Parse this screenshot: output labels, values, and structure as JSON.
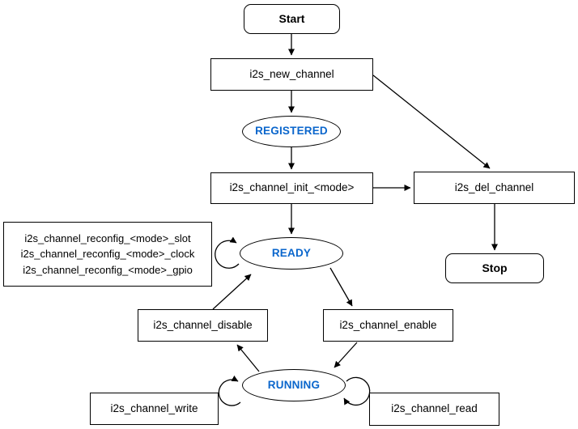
{
  "diagram": {
    "description": "I2S driver channel state machine flowchart",
    "colors": {
      "stroke": "#000000",
      "node_fill": "#ffffff",
      "state_text": "#0a66cc",
      "background": "#ffffff"
    },
    "nodes": {
      "start": {
        "label": "Start",
        "shape": "rounded-rect"
      },
      "new_channel": {
        "label": "i2s_new_channel",
        "shape": "rect"
      },
      "registered": {
        "label": "REGISTERED",
        "shape": "ellipse"
      },
      "init": {
        "label": "i2s_channel_init_<mode>",
        "shape": "rect"
      },
      "del_channel": {
        "label": "i2s_del_channel",
        "shape": "rect"
      },
      "stop": {
        "label": "Stop",
        "shape": "rounded-rect"
      },
      "ready": {
        "label": "READY",
        "shape": "ellipse"
      },
      "reconfig": {
        "shape": "rect",
        "lines": [
          "i2s_channel_reconfig_<mode>_slot",
          "i2s_channel_reconfig_<mode>_clock",
          "i2s_channel_reconfig_<mode>_gpio"
        ]
      },
      "disable": {
        "label": "i2s_channel_disable",
        "shape": "rect"
      },
      "enable": {
        "label": "i2s_channel_enable",
        "shape": "rect"
      },
      "running": {
        "label": "RUNNING",
        "shape": "ellipse"
      },
      "write": {
        "label": "i2s_channel_write",
        "shape": "rect"
      },
      "read": {
        "label": "i2s_channel_read",
        "shape": "rect"
      }
    },
    "edges": [
      {
        "from": "start",
        "to": "new_channel"
      },
      {
        "from": "new_channel",
        "to": "registered"
      },
      {
        "from": "registered",
        "to": "init"
      },
      {
        "from": "init",
        "to": "ready"
      },
      {
        "from": "init",
        "to": "del_channel"
      },
      {
        "from": "new_channel",
        "to": "del_channel"
      },
      {
        "from": "del_channel",
        "to": "stop"
      },
      {
        "from": "disable",
        "to": "ready"
      },
      {
        "from": "ready",
        "to": "enable"
      },
      {
        "from": "enable",
        "to": "running"
      },
      {
        "from": "running",
        "to": "disable"
      },
      {
        "from": "ready",
        "to": "ready",
        "type": "self-loop"
      },
      {
        "from": "running",
        "to": "running",
        "type": "self-loop-left"
      },
      {
        "from": "running",
        "to": "running",
        "type": "self-loop-right"
      }
    ]
  }
}
